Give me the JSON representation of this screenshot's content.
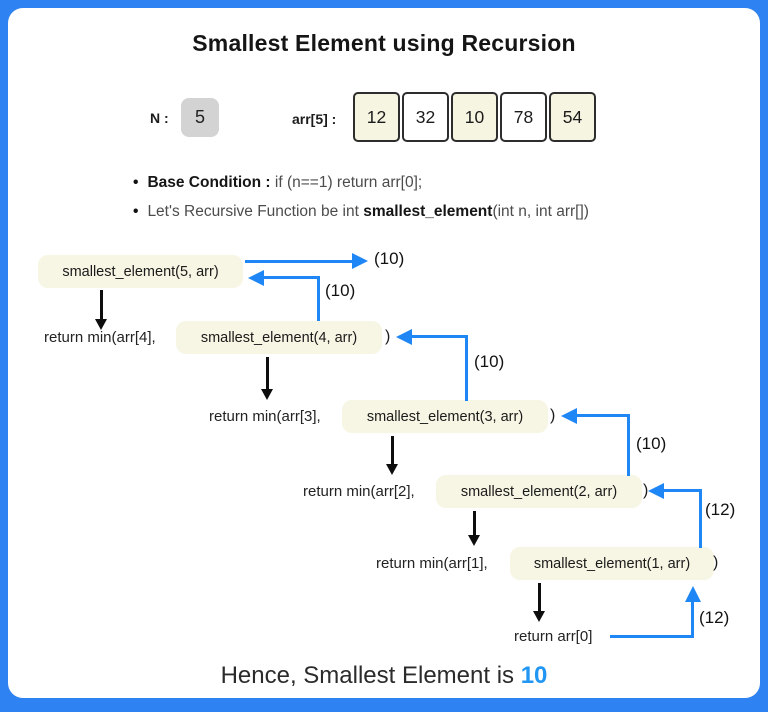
{
  "title": "Smallest Element using Recursion",
  "inputs": {
    "n_label": "N :",
    "n_value": "5",
    "arr_label": "arr[5] :",
    "arr_values": [
      "12",
      "32",
      "10",
      "78",
      "54"
    ]
  },
  "notes": {
    "bullet": "•",
    "base_label": "Base Condition :",
    "base_text": " if (n==1) return arr[0];",
    "rec_prefix": "Let's Recursive Function be int ",
    "rec_bold": "smallest_element",
    "rec_suffix": "(int n, int arr[])"
  },
  "diagram": {
    "calls": [
      "smallest_element(5, arr)",
      "smallest_element(4, arr)",
      "smallest_element(3, arr)",
      "smallest_element(2, arr)",
      "smallest_element(1, arr)"
    ],
    "returns": [
      "return min(arr[4],",
      "return min(arr[3],",
      "return min(arr[2],",
      "return min(arr[1],",
      "return arr[0]"
    ],
    "close_paren": ")",
    "value_labels": [
      "(10)",
      "(10)",
      "(10)",
      "(10)",
      "(12)",
      "(12)"
    ]
  },
  "footer": {
    "prefix": "Hence, Smallest Element is ",
    "value": "10"
  },
  "colors": {
    "frame_blue": "#2f82f1",
    "arrow_blue": "#1e86f5",
    "box_cream": "#f7f5e3",
    "result_blue": "#2196f3"
  }
}
